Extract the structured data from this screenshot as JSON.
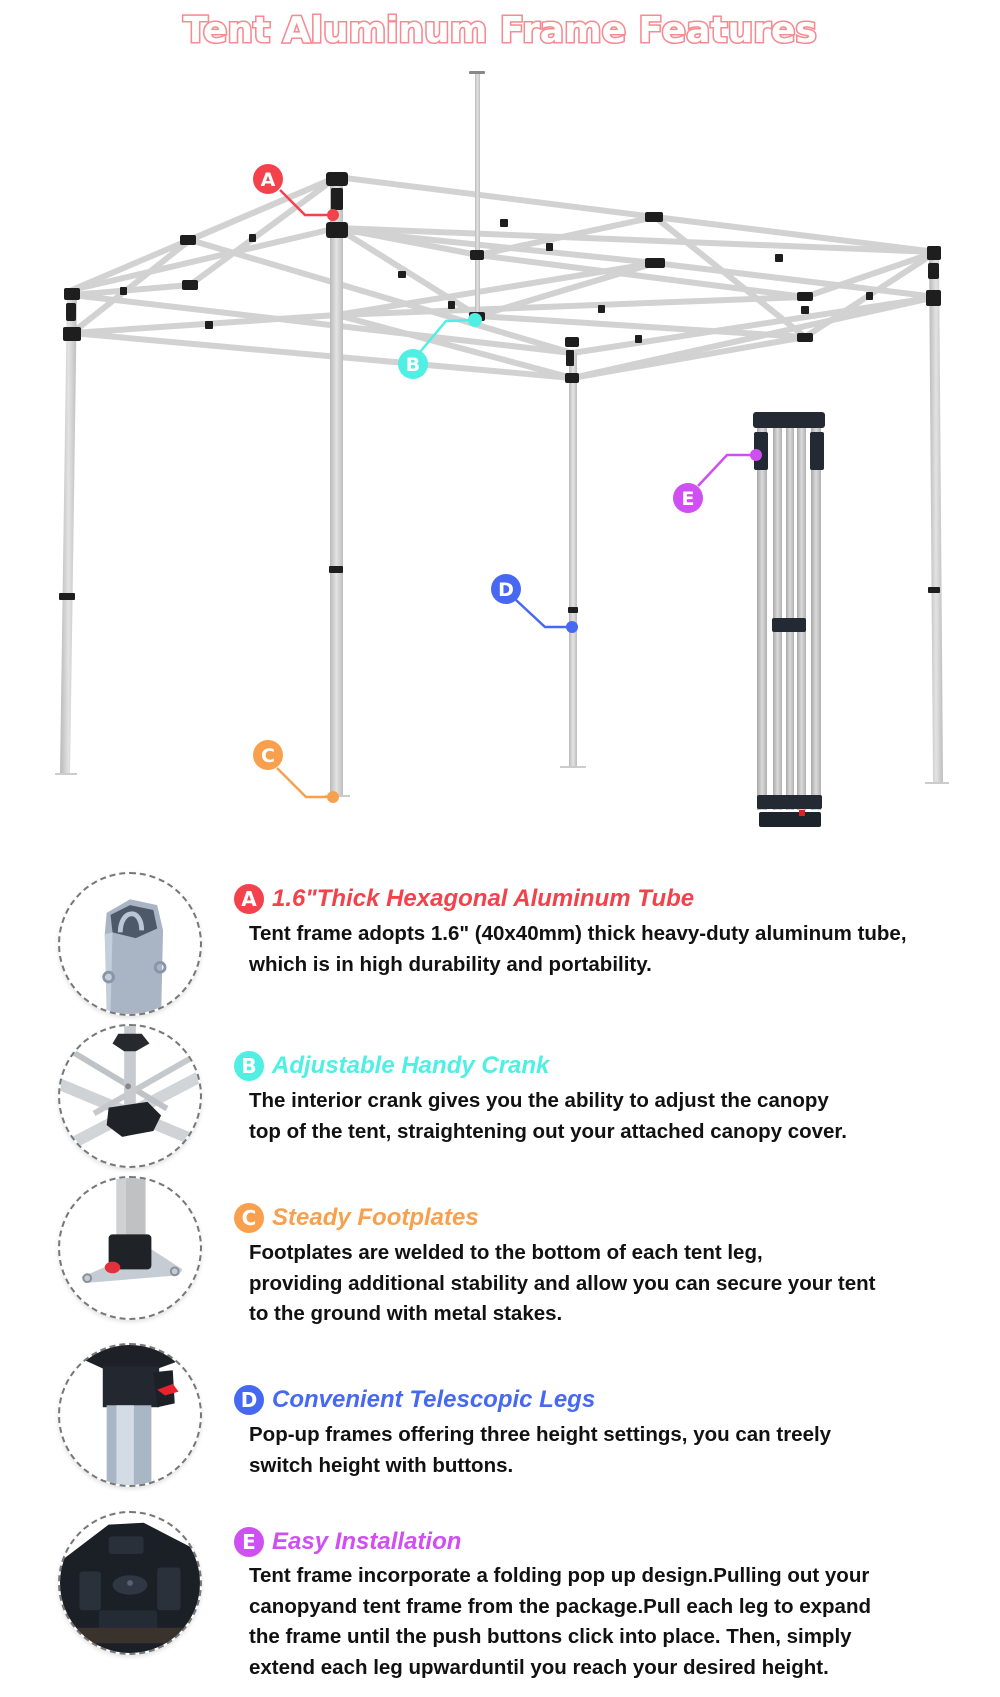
{
  "title": "Tent Aluminum Frame Features",
  "colors": {
    "A": "#f4424c",
    "B": "#4ff0e3",
    "C": "#f9a04e",
    "D": "#4769f2",
    "E": "#cf4ff2"
  },
  "diagram": {
    "callouts": [
      {
        "letter": "A",
        "target": "corner-connector"
      },
      {
        "letter": "B",
        "target": "center-crank"
      },
      {
        "letter": "C",
        "target": "footplate"
      },
      {
        "letter": "D",
        "target": "telescopic-leg"
      },
      {
        "letter": "E",
        "target": "folded-frame"
      }
    ]
  },
  "features": [
    {
      "letter": "A",
      "heading": "1.6\"Thick Hexagonal Aluminum Tube",
      "image": "hexagonal-tube",
      "body": [
        "Tent frame adopts 1.6\" (40x40mm) thick heavy-duty aluminum tube,",
        "which is in high durability and portability."
      ]
    },
    {
      "letter": "B",
      "heading": "Adjustable Handy Crank",
      "image": "handy-crank",
      "body": [
        "The interior crank gives you the ability to adjust the canopy",
        "top of the tent, straightening out your attached canopy cover."
      ]
    },
    {
      "letter": "C",
      "heading": "Steady Footplates",
      "image": "footplate",
      "body": [
        "Footplates are welded to the bottom of each tent leg,",
        "providing additional stability and allow you can secure your tent",
        "to the ground with metal stakes."
      ]
    },
    {
      "letter": "D",
      "heading": "Convenient Telescopic Legs",
      "image": "telescopic-leg",
      "body": [
        "Pop-up frames offering three height settings, you can treely",
        "switch height with buttons."
      ]
    },
    {
      "letter": "E",
      "heading": "Easy Installation",
      "image": "folded-base",
      "body": [
        "Tent frame incorporate a folding pop up design.Pulling out your",
        "canopyand tent frame from the package.Pull each leg to expand",
        "the frame until the push buttons click into place. Then, simply",
        "extend each leg upwarduntil you reach your desired height."
      ]
    }
  ]
}
